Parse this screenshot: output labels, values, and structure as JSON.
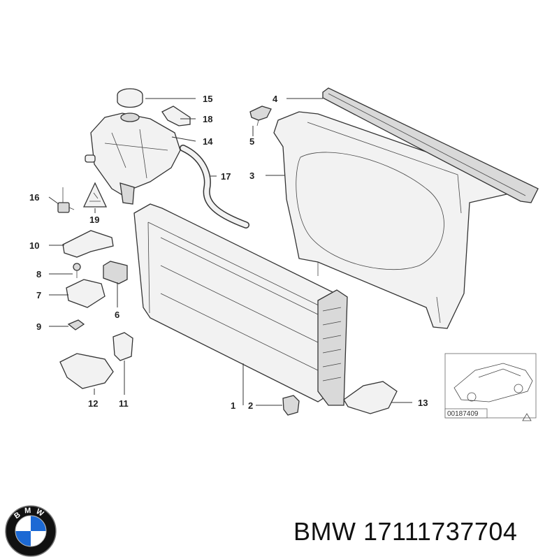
{
  "callouts": [
    "1",
    "2",
    "3",
    "4",
    "5",
    "6",
    "7",
    "8",
    "9",
    "10",
    "11",
    "12",
    "13",
    "14",
    "15",
    "16",
    "17",
    "18",
    "19"
  ],
  "inset": {
    "code": "00187409"
  },
  "footer": {
    "brand": "BMW",
    "part_number": "17111737704"
  },
  "logo": {
    "letters": "BMW",
    "colors": {
      "blue": "#1c69d4",
      "ring": "#111111",
      "white": "#ffffff"
    }
  }
}
